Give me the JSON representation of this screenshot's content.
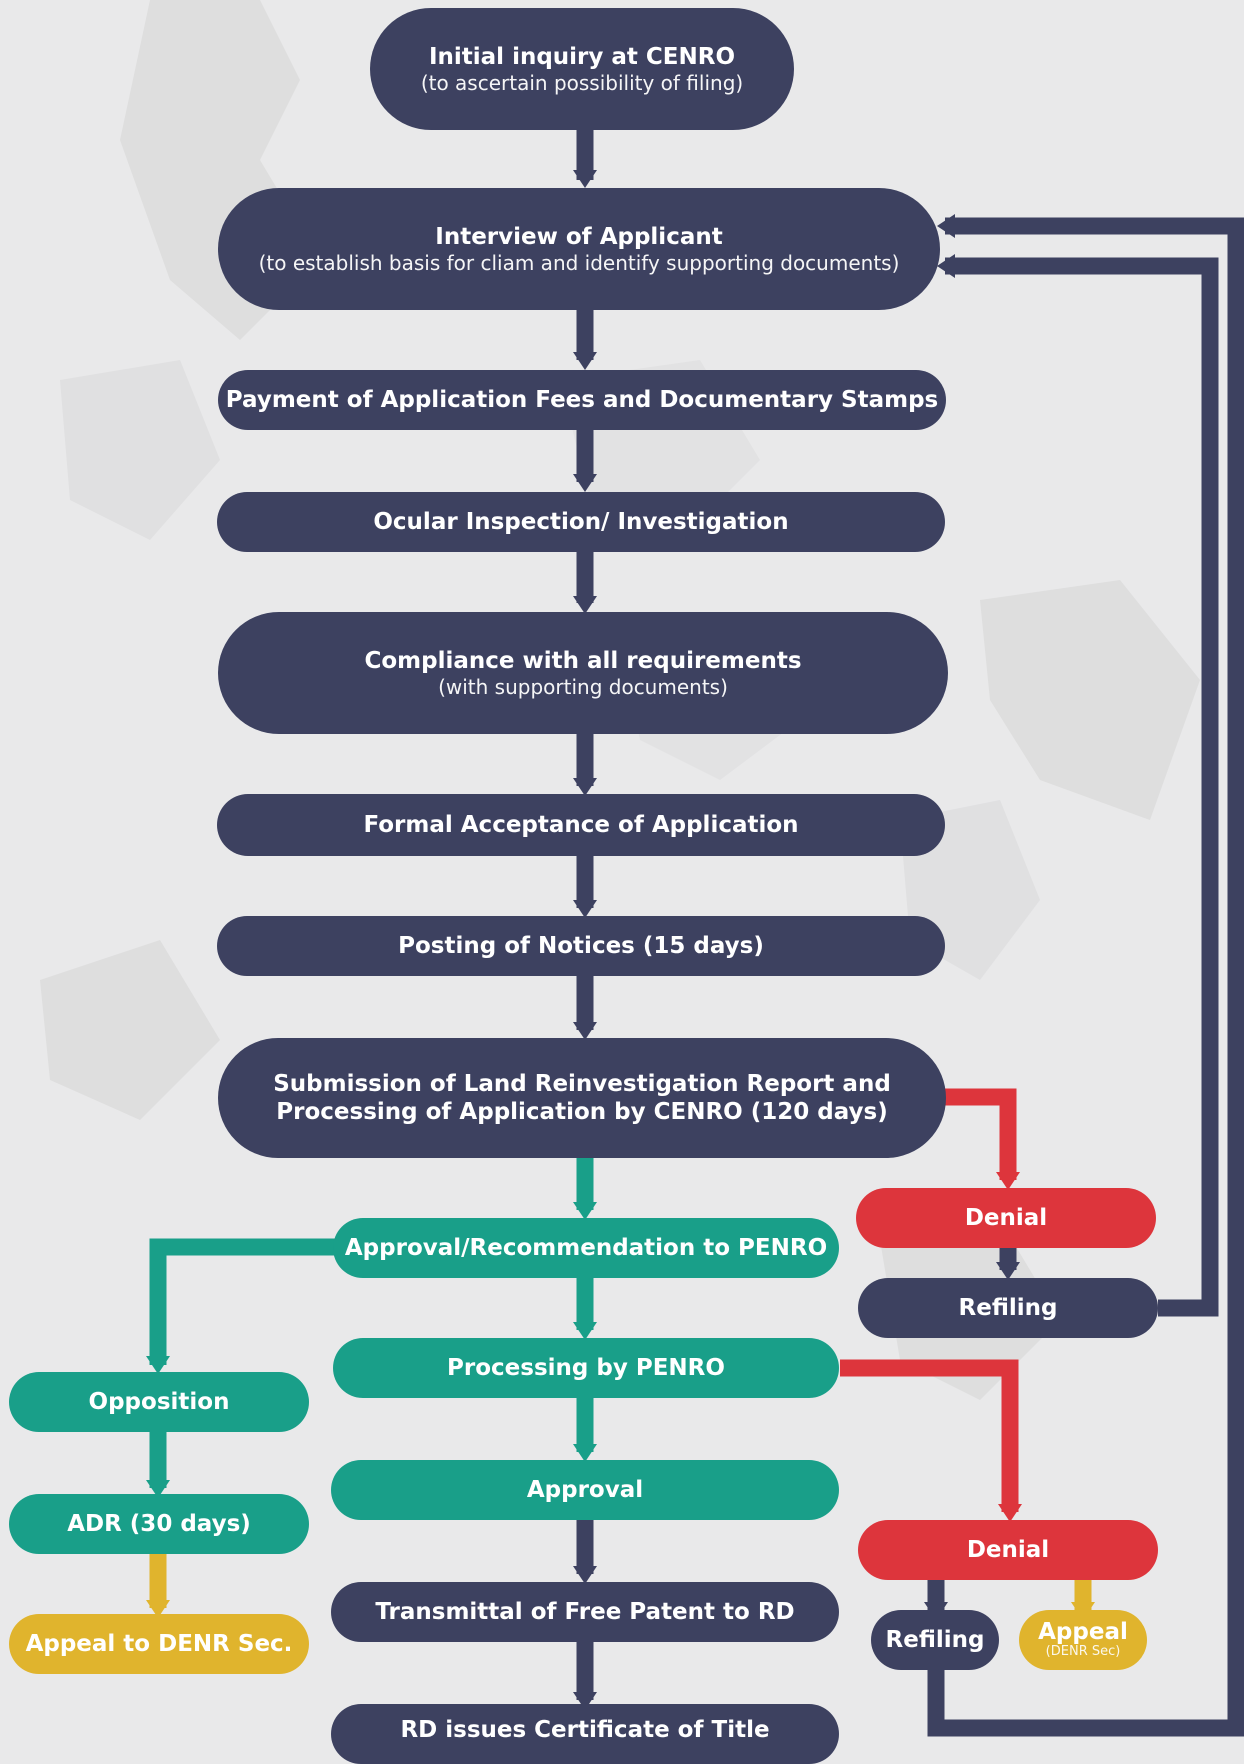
{
  "colors": {
    "navy": "#3d4160",
    "teal": "#199f89",
    "red": "#dd353c",
    "gold": "#e0b42d",
    "background": "#e9e9ea"
  },
  "steps": {
    "initial_inquiry": {
      "title": "Initial inquiry at CENRO",
      "subtitle": "(to ascertain possibility of filing)"
    },
    "interview": {
      "title": "Interview of Applicant",
      "subtitle": "(to establish basis for cliam and identify supporting documents)"
    },
    "payment": {
      "title": "Payment of Application Fees and Documentary Stamps"
    },
    "ocular": {
      "title": "Ocular Inspection/ Investigation"
    },
    "compliance": {
      "title": "Compliance with all requirements",
      "subtitle": "(with supporting documents)"
    },
    "formal_acceptance": {
      "title": "Formal Acceptance of Application"
    },
    "posting": {
      "title": "Posting of Notices (15 days)"
    },
    "submission": {
      "line1": "Submission of Land Reinvestigation Report and",
      "line2": "Processing of Application by CENRO (120 days)"
    },
    "approval_recommendation": {
      "title": "Approval/Recommendation to PENRO"
    },
    "processing_penro": {
      "title": "Processing by PENRO"
    },
    "approval": {
      "title": "Approval"
    },
    "transmittal": {
      "title": "Transmittal of Free Patent to RD"
    },
    "rd_issues": {
      "title": "RD issues Certificate of Title"
    },
    "opposition": {
      "title": "Opposition"
    },
    "adr": {
      "title": "ADR (30 days)"
    },
    "appeal_denr": {
      "title": "Appeal to DENR Sec."
    },
    "denial_1": {
      "title": "Denial"
    },
    "refiling_1": {
      "title": "Refiling"
    },
    "denial_2": {
      "title": "Denial"
    },
    "refiling_2": {
      "title": "Refiling"
    },
    "appeal_small": {
      "title": "Appeal",
      "subtitle": "(DENR Sec)"
    }
  }
}
